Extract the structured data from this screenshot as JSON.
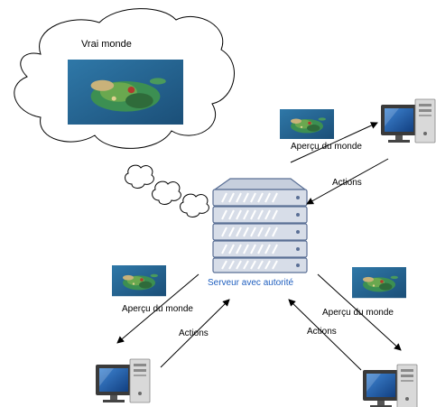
{
  "cloud": {
    "title": "Vrai monde"
  },
  "server": {
    "label": "Serveur avec autorité"
  },
  "links": {
    "top_right": {
      "apercu": "Aperçu du monde",
      "actions": "Actions"
    },
    "bottom_left": {
      "apercu": "Aperçu du monde",
      "actions": "Actions"
    },
    "bottom_right": {
      "apercu": "Aperçu du monde",
      "actions": "Actions"
    }
  },
  "colors": {
    "server_body": "#d7dde8",
    "server_stroke": "#5a6f95",
    "server_label": "#1f5fbf",
    "arrow": "#000000",
    "monitor_frame": "#3a3a3a",
    "monitor_screen": "#1e5fae",
    "tower": "#d9d9d9"
  }
}
